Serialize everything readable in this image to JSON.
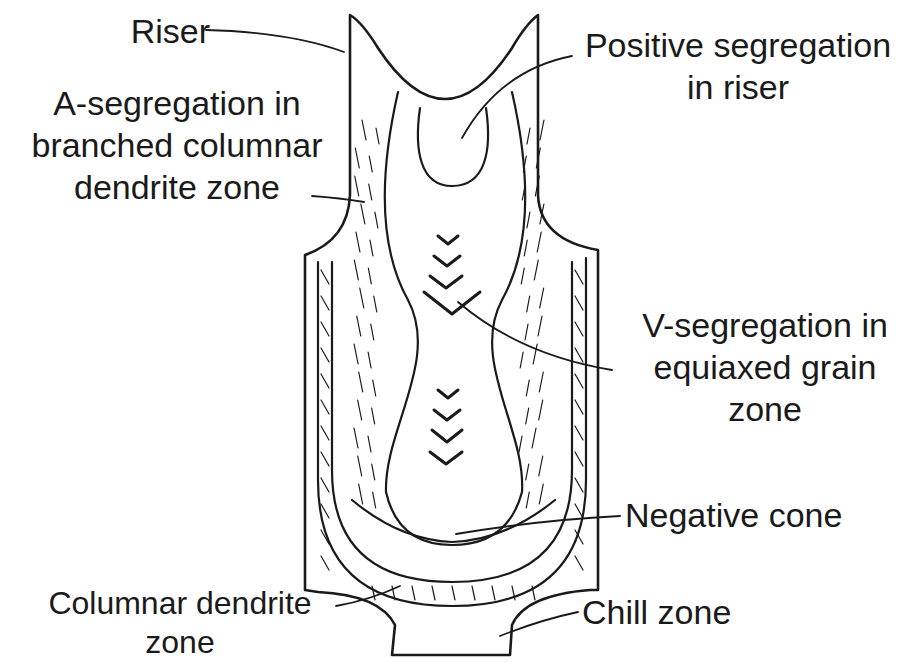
{
  "diagram": {
    "labels": [
      "Riser",
      "Positive segregation in riser",
      "A-segregation in branched columnar dendrite zone",
      "V-segregation in equiaxed grain zone",
      "Negative cone",
      "Columnar dendrite zone",
      "Chill zone"
    ]
  }
}
